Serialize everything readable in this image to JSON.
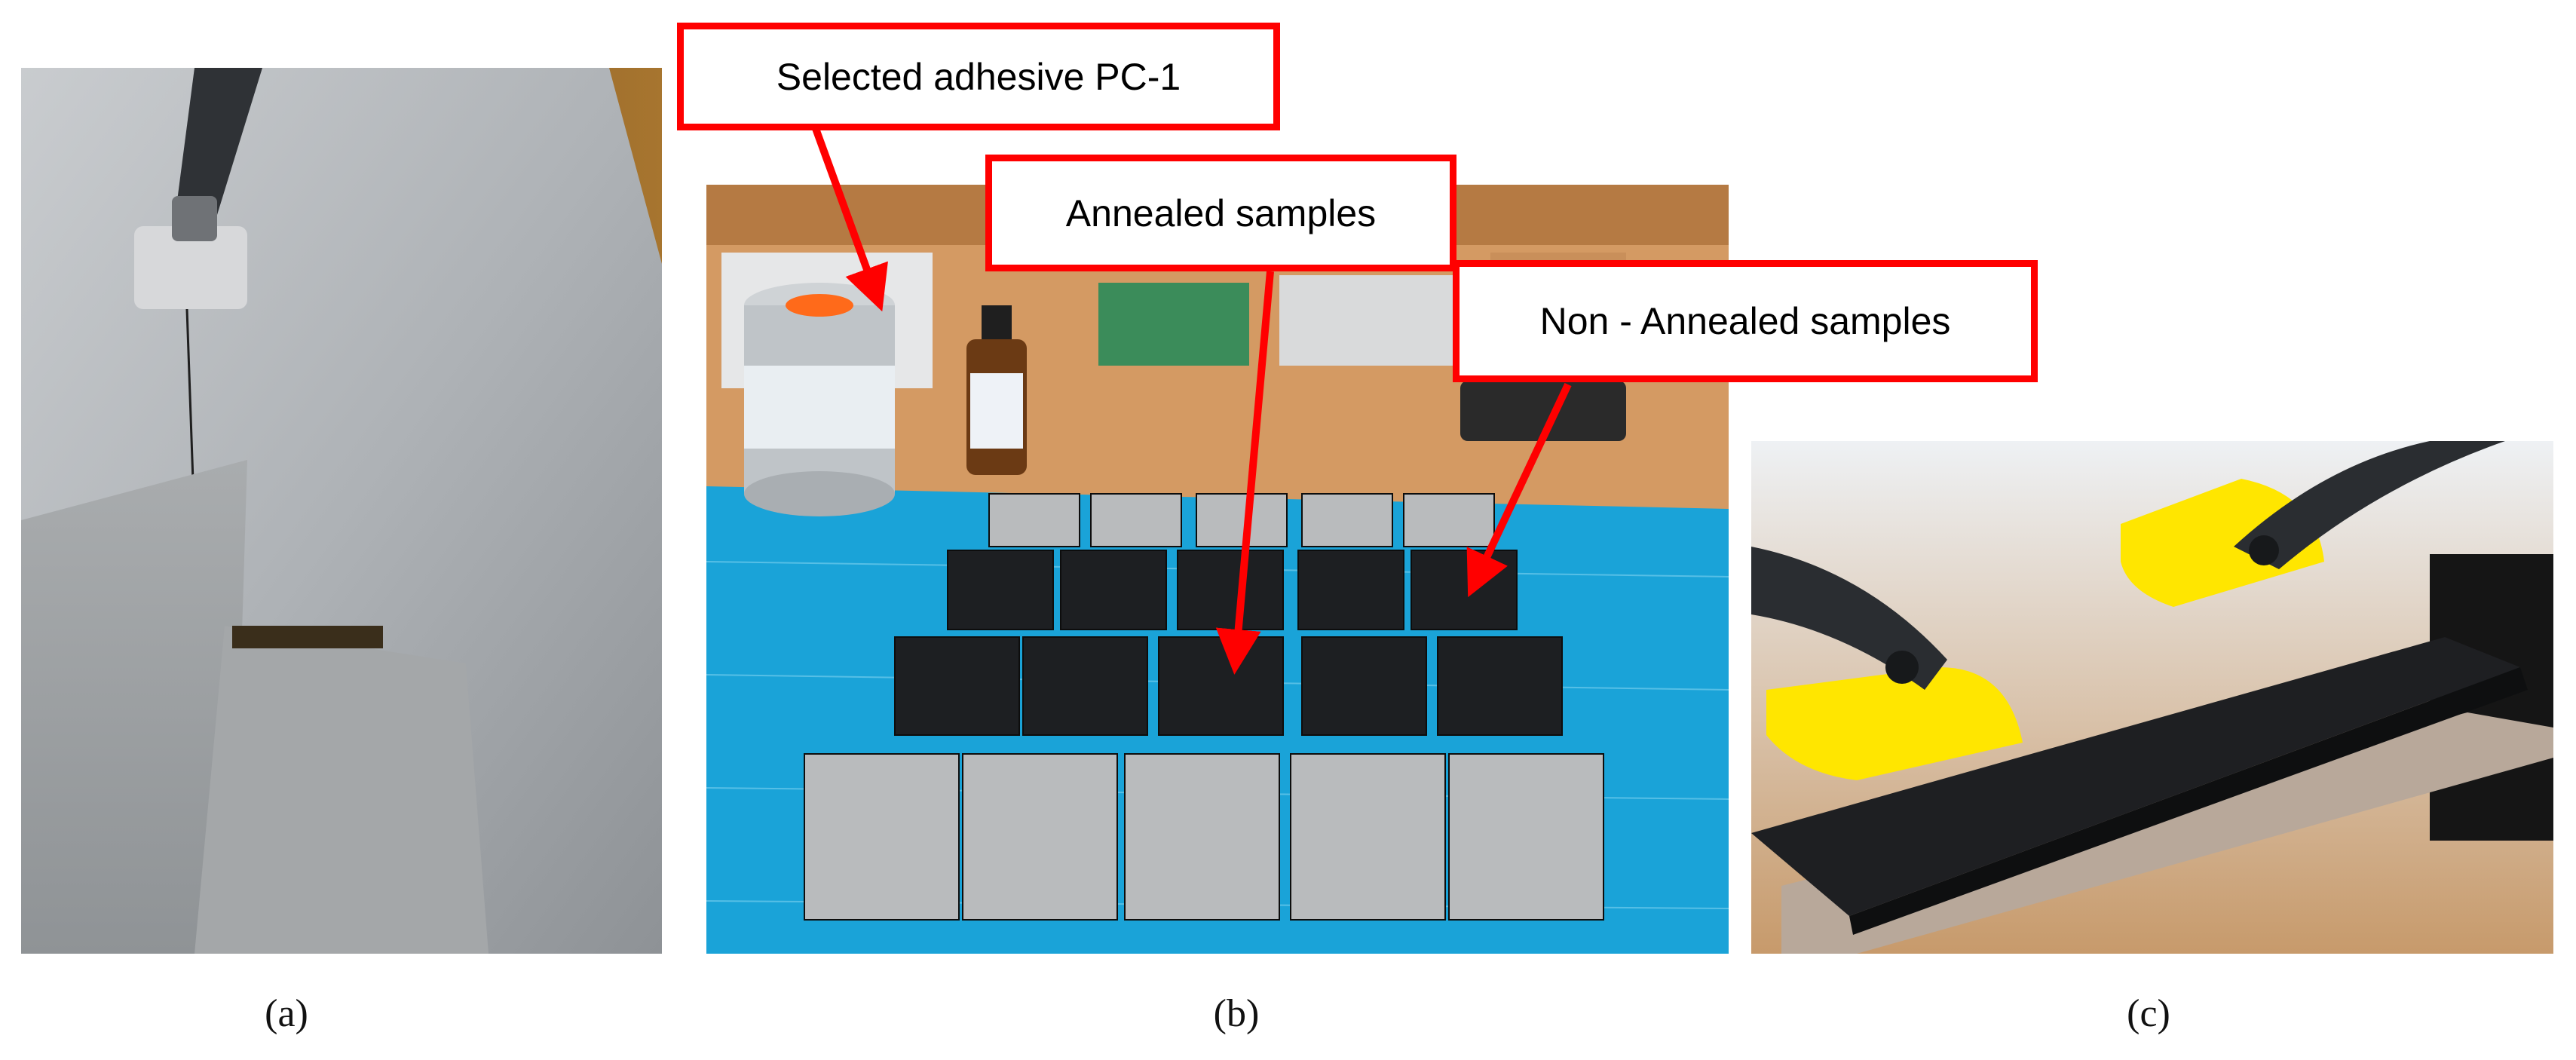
{
  "panels": {
    "a": {
      "caption": "(a)"
    },
    "b": {
      "caption": "(b)"
    },
    "c": {
      "caption": "(c)"
    }
  },
  "callouts": {
    "adhesive": "Selected adhesive PC-1",
    "annealed": "Annealed samples",
    "non_annealed": "Non - Annealed samples"
  },
  "colors": {
    "callout_border": "#ff0000",
    "arrow": "#ff0000",
    "cutting_mat": "#1aa3d8",
    "sample_dark": "#1d1f22",
    "sample_grey": "#b9bbbd",
    "clip_yellow": "#ffe600"
  }
}
